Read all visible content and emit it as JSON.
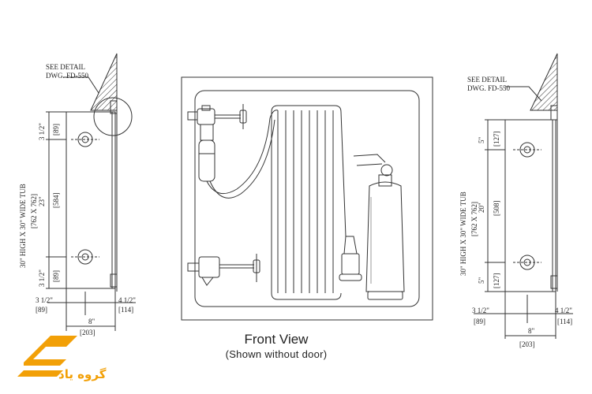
{
  "caption": {
    "title": "Front View",
    "subtitle": "(Shown without door)"
  },
  "left_side": {
    "see_detail": "SEE DETAIL",
    "dwg": "DWG. FD-550",
    "tub_label": "30\" HIGH X 30\" WIDE TUB",
    "tub_mm": "[762 X 762]",
    "top_dim": "3 1/2\"",
    "top_mm": "[89]",
    "mid_dim": "23\"",
    "mid_mm": "[584]",
    "bot_dim": "3 1/2\"",
    "bot_mm": "[89]",
    "left_dim": "3 1/2\"",
    "left_mm": "[89]",
    "right_dim": "4 1/2\"",
    "right_mm": "[114]",
    "width_dim": "8\"",
    "width_mm": "[203]"
  },
  "right_side": {
    "see_detail": "SEE DETAIL",
    "dwg": "DWG. FD-550",
    "tub_label": "30\" HIGH X 30\" WIDE TUB",
    "tub_mm": "[762 X 762]",
    "top_dim": "5\"",
    "top_mm": "[127]",
    "mid_dim": "20\"",
    "mid_mm": "[508]",
    "bot_dim": "5\"",
    "bot_mm": "[127]",
    "left_dim": "3 1/2\"",
    "left_mm": "[89]",
    "right_dim": "4 1/2\"",
    "right_mm": "[114]",
    "width_dim": "8\"",
    "width_mm": "[203]"
  },
  "logo": {
    "text": "گروه یاد",
    "color": "#f2a007"
  }
}
